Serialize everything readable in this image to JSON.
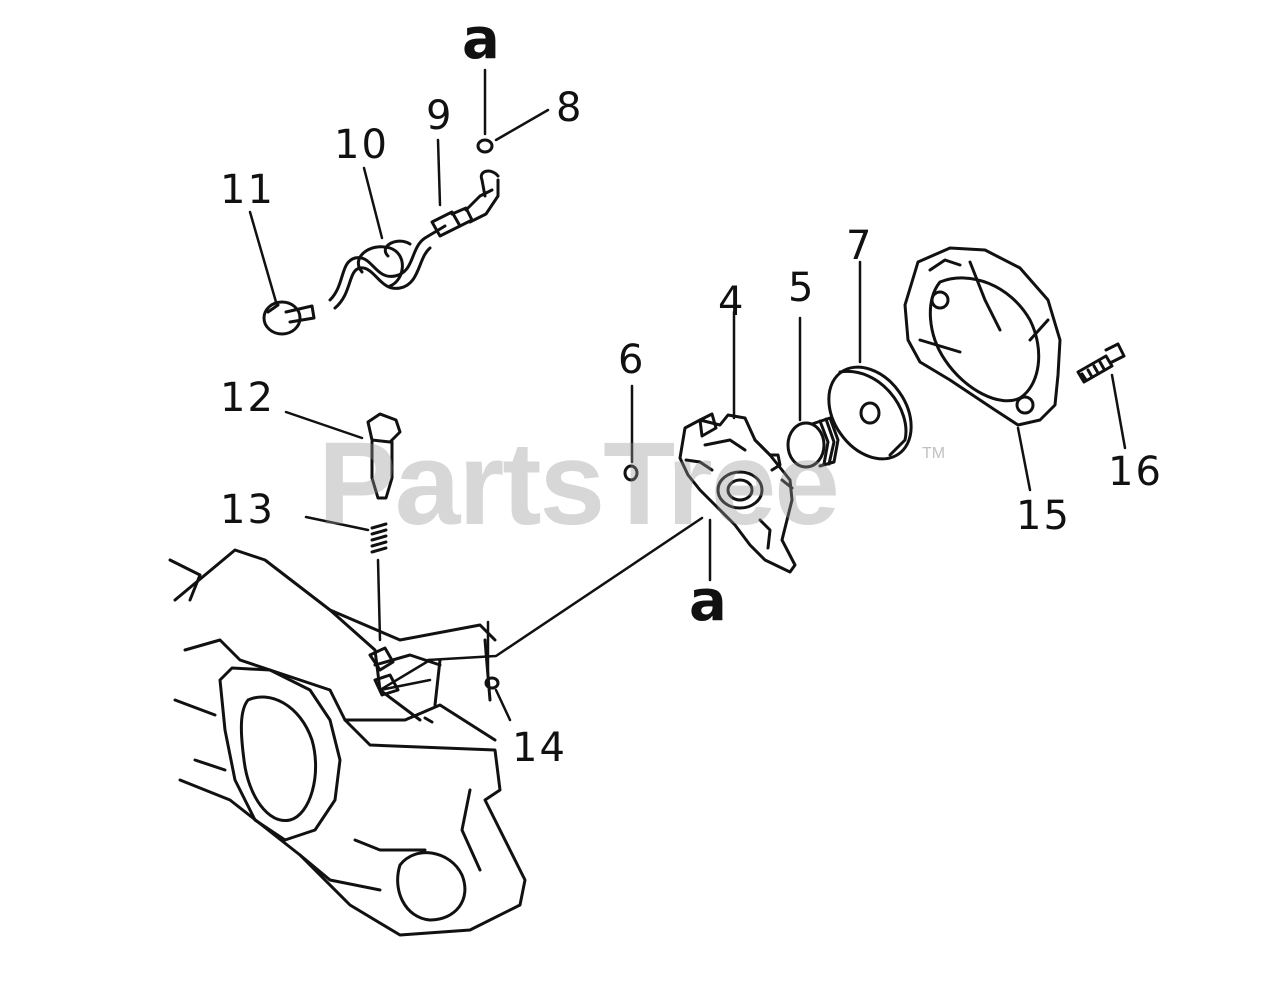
{
  "callouts": {
    "c4": "4",
    "c5": "5",
    "c6": "6",
    "c7": "7",
    "c8": "8",
    "c9": "9",
    "c10": "10",
    "c11": "11",
    "c12": "12",
    "c13": "13",
    "c14": "14",
    "c15": "15",
    "c16": "16"
  },
  "markers": {
    "top": "a",
    "bottom": "a"
  },
  "watermark": {
    "text": "PartsTree",
    "tm": "TM"
  },
  "colors": {
    "line": "#111111",
    "watermark": "#969696"
  }
}
